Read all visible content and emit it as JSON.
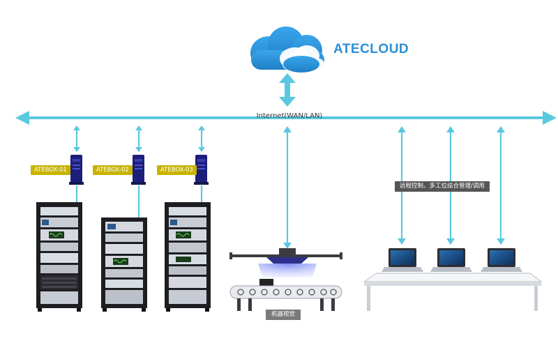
{
  "cloud": {
    "brand": "ATECLOUD",
    "icon": "cloud-icon",
    "color": "#2b8fd6"
  },
  "network": {
    "label": "Internet(WAN/LAN)",
    "line_color": "#5bc8e0"
  },
  "ateboxes": [
    {
      "label": "ATEBOX-01"
    },
    {
      "label": "ATEBOX-02"
    },
    {
      "label": "ATEBOX-03"
    }
  ],
  "remote": {
    "label": "远程控制、多工位综合管理/调用"
  },
  "vision": {
    "label": "机器视觉"
  },
  "colors": {
    "accent": "#5bc8e0",
    "badge": "#c8b400",
    "rack": "#1e1e22",
    "atebox": "#1c1f7a"
  }
}
